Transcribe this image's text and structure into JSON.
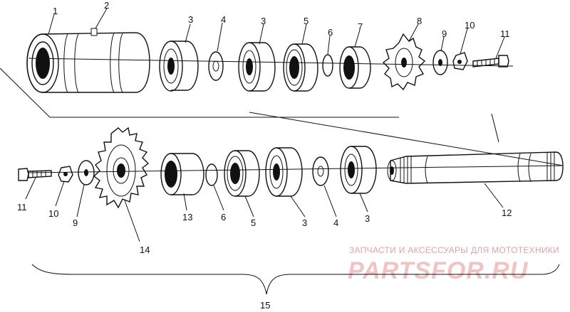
{
  "callouts": {
    "c1": "1",
    "c2": "2",
    "c3a": "3",
    "c4a": "4",
    "c3b": "3",
    "c5a": "5",
    "c6a": "6",
    "c7": "7",
    "c8": "8",
    "c9a": "9",
    "c10a": "10",
    "c11a": "11",
    "c11b": "11",
    "c10b": "10",
    "c9b": "9",
    "c14": "14",
    "c13": "13",
    "c6b": "6",
    "c5b": "5",
    "c3c": "3",
    "c4b": "4",
    "c3d": "3",
    "c12": "12",
    "c15": "15"
  },
  "watermark": {
    "tagline": "ЗАПЧАСТИ И АКСЕССУАРЫ ДЛЯ МОТОТЕХНИКИ",
    "brand": "PARTSFOR.RU"
  },
  "colors": {
    "ink": "#111111",
    "watermark": "#e3a3a3"
  }
}
